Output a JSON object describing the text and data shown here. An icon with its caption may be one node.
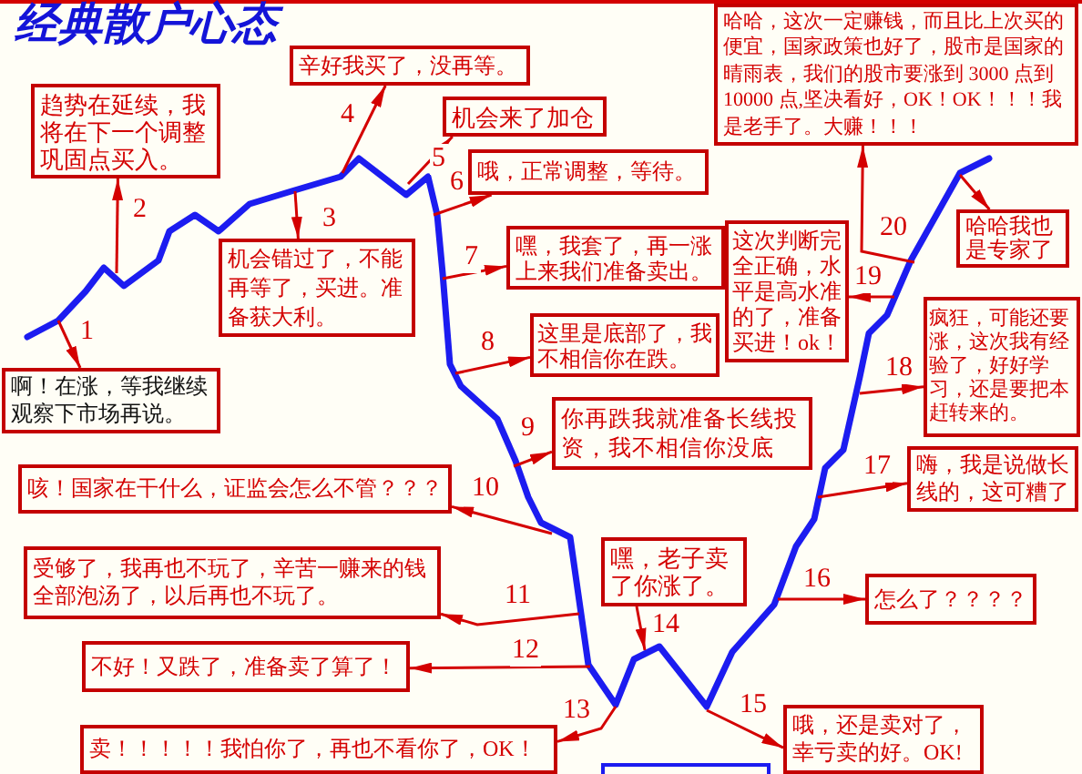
{
  "diagram": {
    "title": "经典散户心态",
    "nodes": [
      {
        "text": [
          "啊！在涨，等我继续观察下市场再说。"
        ]
      },
      {
        "text": [
          "趋势在延续，我将在下一个调整巩固点买入。"
        ]
      },
      {
        "text": [
          "机会错过了，不能再等了，买进。准备获大利。"
        ]
      },
      {
        "text": [
          "辛好我买了，没再等。"
        ]
      },
      {
        "text": [
          "机会来了加仓"
        ]
      },
      {
        "text": [
          "哦，正常调整，等待。"
        ]
      },
      {
        "text": [
          "嘿，我套了，再一涨上来我们准备卖出。"
        ]
      },
      {
        "text": [
          "这里是底部了，我不相信你在跌。"
        ]
      },
      {
        "text": [
          "你再跌我就准备长线投资，我不相信你没底"
        ]
      },
      {
        "text": [
          "咳！国家在干什么，证监会怎么不管？？？"
        ]
      },
      {
        "text": [
          "受够了，我再也不玩了，辛苦一赚来的钱全部泡汤了，以后再也不玩了。"
        ]
      },
      {
        "text": [
          "不好！又跌了，准备卖了算了！"
        ]
      },
      {
        "text": [
          "卖！！！！！我怕你了，再也不看你了，OK！"
        ]
      },
      {
        "text": [
          "嘿，老子卖了你涨了。"
        ]
      },
      {
        "text": [
          "哦，还是卖对了，幸亏卖的好。OK!"
        ]
      },
      {
        "text": [
          "怎么了？？？？"
        ]
      },
      {
        "text": [
          "嗨，我是说做长线的，这可糟了"
        ]
      },
      {
        "text": [
          "疯狂，可能还要涨，这次我有经验了，好好学习，还是要把本赶转来的。"
        ]
      },
      {
        "text": [
          "这次判断完全正确，水平是高水准的了，准备买进！ok！"
        ]
      },
      {
        "text": [
          "哈哈，这次一定赚钱，而且比上次买的便宜，国家政策也好了，股市是国家的晴雨表，我们的股市要涨到 3000 点到 10000 点,坚决看好，OK！OK！！！我是老手了。大赚！！！"
        ]
      },
      {
        "text": [
          "哈哈我也是专家了"
        ]
      },
      {
        "text": [],
        "shape": "box"
      }
    ],
    "edges": [
      {
        "from": null,
        "to": 0,
        "arrow": "to",
        "label": "1"
      },
      {
        "from": null,
        "to": 1,
        "arrow": "to",
        "label": "2"
      },
      {
        "from": null,
        "to": 2,
        "arrow": "to",
        "label": "3"
      },
      {
        "from": null,
        "to": 3,
        "arrow": "to",
        "label": "4"
      },
      {
        "from": null,
        "to": 4,
        "arrow": "to",
        "label": "5"
      },
      {
        "from": null,
        "to": 5,
        "arrow": "to",
        "label": "6"
      },
      {
        "from": null,
        "to": 6,
        "arrow": "to",
        "label": "7"
      },
      {
        "from": null,
        "to": 7,
        "arrow": "to",
        "label": "8"
      },
      {
        "from": null,
        "to": 8,
        "arrow": "to",
        "label": "9"
      },
      {
        "from": null,
        "to": 9,
        "arrow": "to",
        "label": "10"
      },
      {
        "from": null,
        "to": 10,
        "arrow": "to",
        "label": "11"
      },
      {
        "from": null,
        "to": 11,
        "arrow": "to",
        "label": "12"
      },
      {
        "from": null,
        "to": 12,
        "arrow": "to",
        "label": "13"
      },
      {
        "from": 13,
        "to": null,
        "arrow": "to",
        "label": "14"
      },
      {
        "from": null,
        "to": 14,
        "arrow": "to",
        "label": "15"
      },
      {
        "from": null,
        "to": 15,
        "arrow": "to",
        "label": "16"
      },
      {
        "from": null,
        "to": 16,
        "arrow": "to",
        "label": "17"
      },
      {
        "from": null,
        "to": 17,
        "arrow": "to",
        "label": "18"
      },
      {
        "from": null,
        "to": 18,
        "arrow": "to",
        "label": "19"
      },
      {
        "from": null,
        "to": 19,
        "arrow": "to",
        "label": "20"
      },
      {
        "from": null,
        "to": 20,
        "arrow": "to"
      }
    ]
  }
}
